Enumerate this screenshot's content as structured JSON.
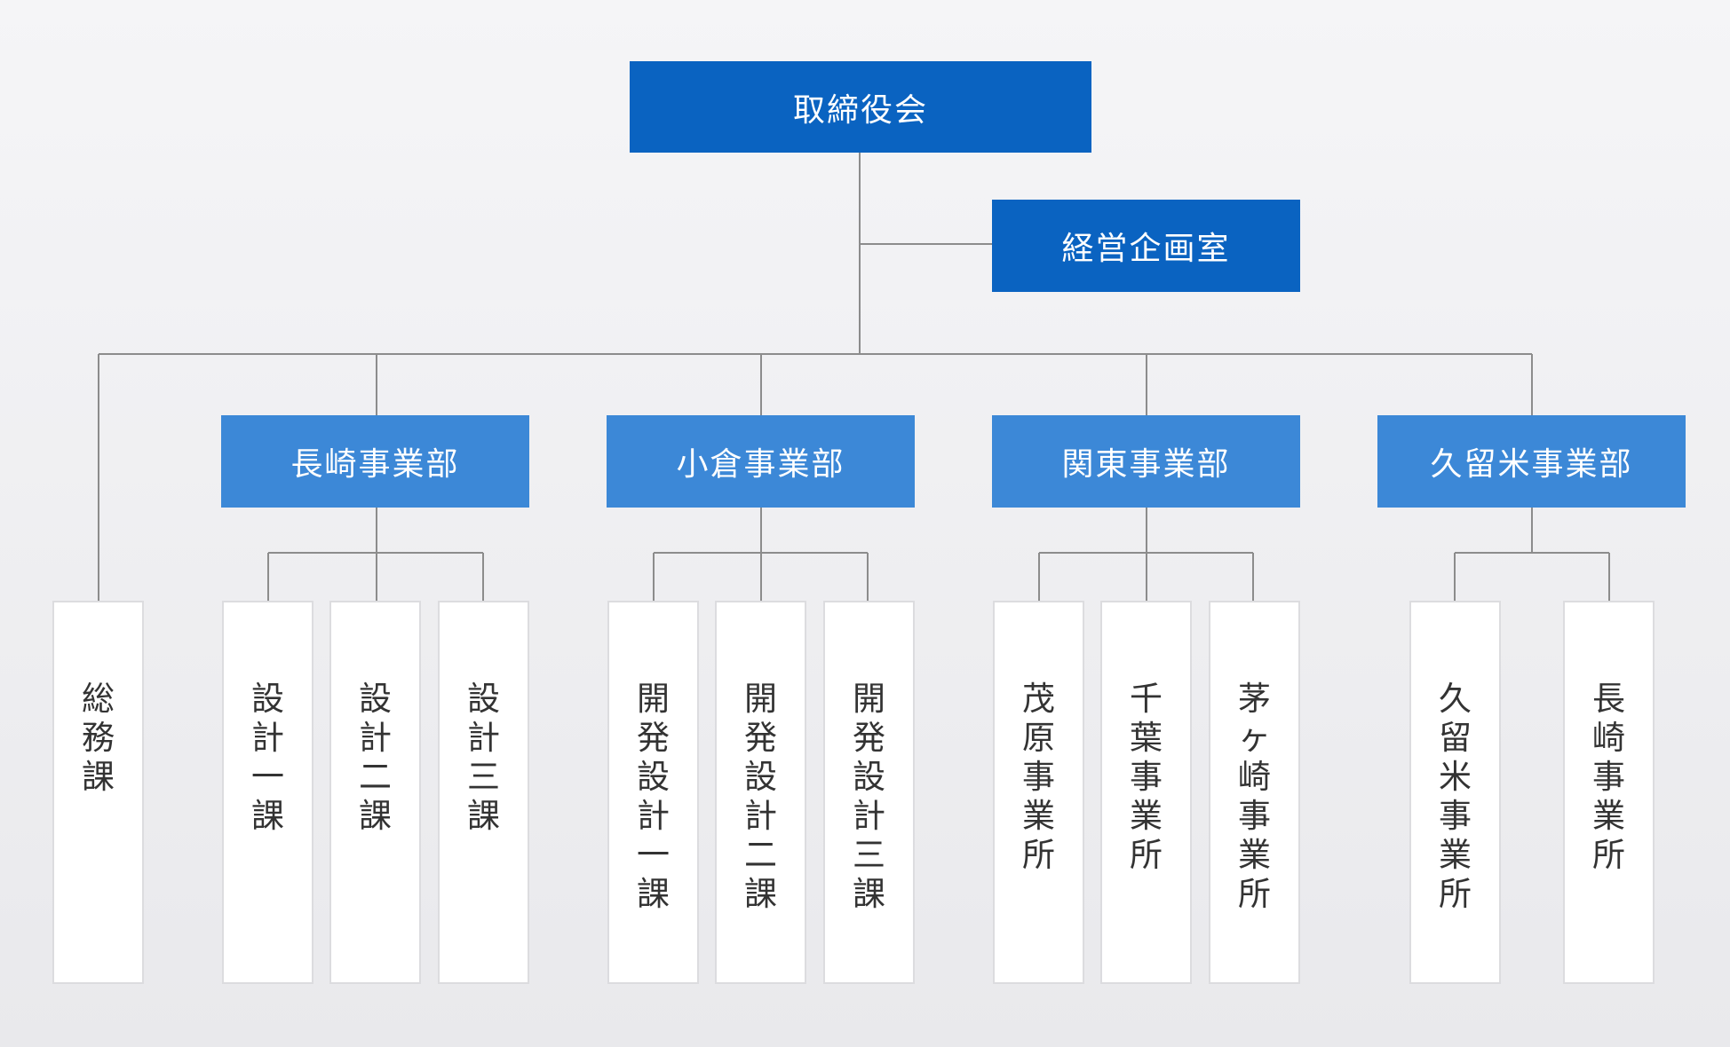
{
  "board": "取締役会",
  "planning": "経営企画室",
  "divisions": [
    "長崎事業部",
    "小倉事業部",
    "関東事業部",
    "久留米事業部"
  ],
  "general_affairs": "総務課",
  "sections": [
    "設計一課",
    "設計二課",
    "設計三課",
    "開発設計一課",
    "開発設計二課",
    "開発設計三課",
    "茂原事業所",
    "千葉事業所",
    "茅ヶ崎事業所",
    "久留米事業所",
    "長崎事業所"
  ],
  "colors": {
    "top": "#0a63c1",
    "division": "#3c88d7",
    "line": "#8c8c8c"
  }
}
